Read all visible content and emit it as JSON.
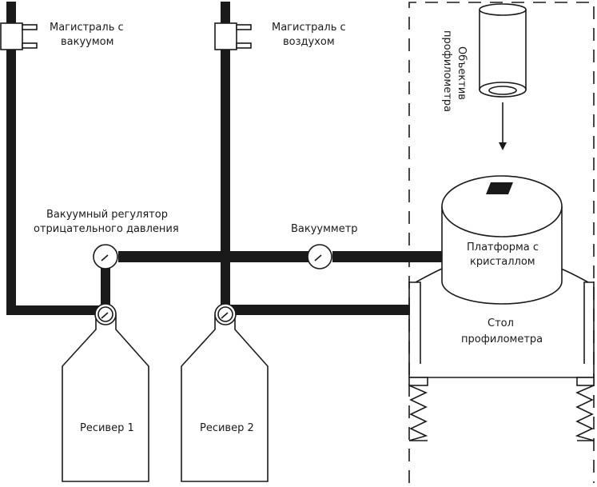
{
  "diagram": {
    "labels": {
      "vacuum_main": [
        "Магистраль с",
        "вакуумом"
      ],
      "air_main": [
        "Магистраль с",
        "воздухом"
      ],
      "objective": [
        "Объектив",
        "профилометра"
      ],
      "regulator": [
        "Вакуумный регулятор",
        "отрицательного давления"
      ],
      "vacuum_gauge": "Вакуумметр",
      "platform": [
        "Платформа с",
        "кристаллом"
      ],
      "table": [
        "Стол",
        "профилометра"
      ],
      "receiver_1": "Ресивер 1",
      "receiver_2": "Ресивер 2"
    },
    "colors": {
      "stroke": "#1a1a1a",
      "background": "#ffffff"
    }
  }
}
